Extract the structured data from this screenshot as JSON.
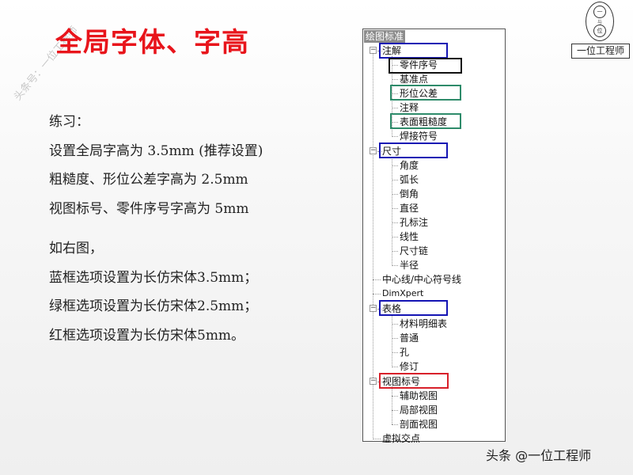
{
  "watermark": "头条号：一位工程师",
  "title": "全局字体、字高",
  "logo": {
    "top_glyph": "一",
    "middle_glyph": "与",
    "bottom_glyph": "位",
    "label": "一位工程师"
  },
  "body": {
    "lines": [
      "练习：",
      "设置全局字高为 3.5mm (推荐设置)",
      "粗糙度、形位公差字高为 2.5mm",
      "视图标号、零件序号字高为 5mm",
      "如右图，",
      "蓝框选项设置为长仿宋体3.5mm；",
      "绿框选项设置为长仿宋体2.5mm；",
      "红框选项设置为长仿宋体5mm。"
    ]
  },
  "tree": {
    "root": "绘图标准",
    "items": [
      {
        "label": "注解",
        "level": 1,
        "expander": "−",
        "box": "blue"
      },
      {
        "label": "零件序号",
        "level": 2,
        "box": "black"
      },
      {
        "label": "基准点",
        "level": 2
      },
      {
        "label": "形位公差",
        "level": 2,
        "box": "green"
      },
      {
        "label": "注释",
        "level": 2
      },
      {
        "label": "表面粗糙度",
        "level": 2,
        "box": "green"
      },
      {
        "label": "焊接符号",
        "level": 2
      },
      {
        "label": "尺寸",
        "level": 1,
        "expander": "−",
        "box": "blue"
      },
      {
        "label": "角度",
        "level": 2
      },
      {
        "label": "弧长",
        "level": 2
      },
      {
        "label": "倒角",
        "level": 2
      },
      {
        "label": "直径",
        "level": 2
      },
      {
        "label": "孔标注",
        "level": 2
      },
      {
        "label": "线性",
        "level": 2
      },
      {
        "label": "尺寸链",
        "level": 2
      },
      {
        "label": "半径",
        "level": 2
      },
      {
        "label": "中心线/中心符号线",
        "level": 1
      },
      {
        "label": "DimXpert",
        "level": 1
      },
      {
        "label": "表格",
        "level": 1,
        "expander": "−",
        "box": "blue"
      },
      {
        "label": "材料明细表",
        "level": 2
      },
      {
        "label": "普通",
        "level": 2
      },
      {
        "label": "孔",
        "level": 2
      },
      {
        "label": "修订",
        "level": 2
      },
      {
        "label": "视图标号",
        "level": 1,
        "expander": "−",
        "box": "red"
      },
      {
        "label": "辅助视图",
        "level": 2
      },
      {
        "label": "局部视图",
        "level": 2
      },
      {
        "label": "剖面视图",
        "level": 2
      },
      {
        "label": "虚拟交点",
        "level": 1
      }
    ],
    "colors": {
      "blue": "#1414b4",
      "green": "#2e8b6a",
      "black": "#111111",
      "red": "#d8202a"
    }
  },
  "footer": "头条 @一位工程师",
  "colors": {
    "title": "#e8141b",
    "text": "#222222"
  }
}
